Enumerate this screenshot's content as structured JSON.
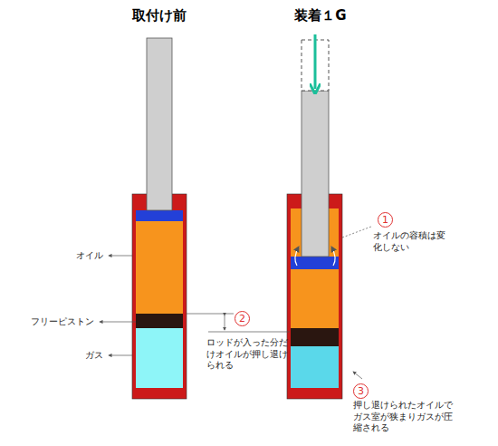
{
  "diagram": {
    "labels": [
      "取付け前",
      "装着１G",
      "オイル",
      "フリーピストン",
      "ガス",
      "1",
      "オイルの容積は変化しない",
      "2",
      "ロッドが入った分だけオイルが押し退けられる",
      "3",
      "押し退けられたオイルでガス室が狭まりガスが圧縮される"
    ]
  }
}
